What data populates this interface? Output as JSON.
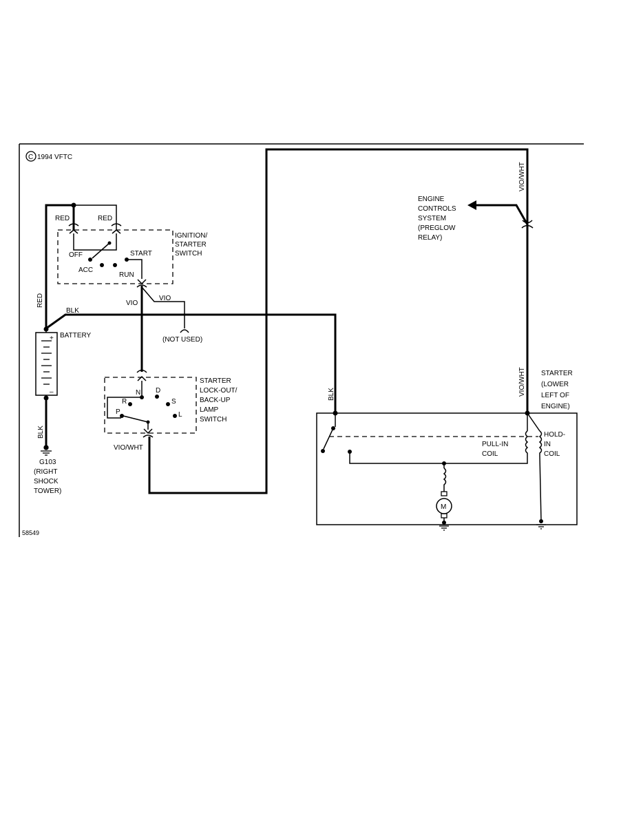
{
  "copyright": "1994 VFTC",
  "copyright_symbol": "C",
  "figure_number": "58549",
  "ignition_switch": {
    "title_lines": [
      "IGNITION/",
      "STARTER",
      "SWITCH"
    ],
    "positions": {
      "off": "OFF",
      "acc": "ACC",
      "start": "START",
      "run": "RUN"
    }
  },
  "starter_lockout_switch": {
    "title_lines": [
      "STARTER",
      "LOCK-OUT/",
      "BACK-UP",
      "LAMP",
      "SWITCH"
    ],
    "positions": {
      "n": "N",
      "d": "D",
      "r": "R",
      "s": "S",
      "p": "P",
      "l": "L"
    }
  },
  "battery": {
    "label": "BATTERY",
    "plus": "+",
    "minus": "–"
  },
  "ground": {
    "label": "G103",
    "location_lines": [
      "(RIGHT",
      "SHOCK",
      "TOWER)"
    ]
  },
  "engine_controls": {
    "lines": [
      "ENGINE",
      "CONTROLS",
      "SYSTEM",
      "(PREGLOW",
      "RELAY)"
    ]
  },
  "starter": {
    "title_lines": [
      "STARTER",
      "(LOWER",
      "LEFT OF",
      "ENGINE)"
    ],
    "pull_in_coil_lines": [
      "PULL-IN",
      "COIL"
    ],
    "hold_in_coil_lines": [
      "HOLD-",
      "IN",
      "COIL"
    ],
    "motor": "M"
  },
  "not_used": "(NOT USED)",
  "wires": {
    "red_left": "RED",
    "red_right": "RED",
    "red_battery": "RED",
    "blk_top": "BLK",
    "blk_ground": "BLK",
    "blk_starter": "BLK",
    "vio_main": "VIO",
    "vio_branch": "VIO",
    "vio_wht_lockout": "VIO/WHT",
    "vio_wht_top": "VIO/WHT",
    "vio_wht_starter": "VIO/WHT"
  }
}
